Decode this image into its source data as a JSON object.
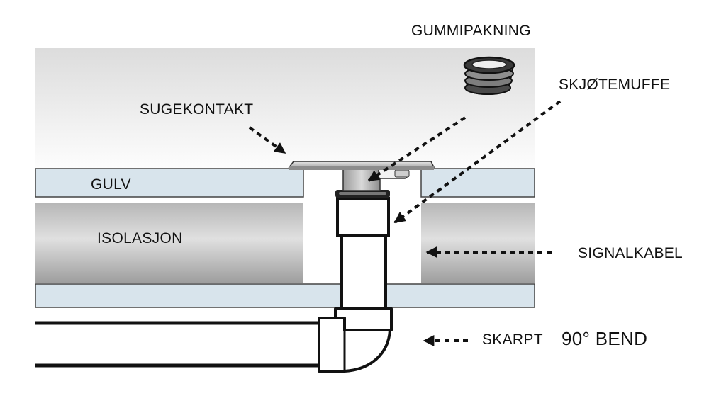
{
  "labels": {
    "gummipakning": "GUMMIPAKNING",
    "skjotemuffe": "SKJØTEMUFFE",
    "sugekontakt": "SUGEKONTAKT",
    "gulv": "GULV",
    "isolasjon": "ISOLASJON",
    "signalkabel": "SIGNALKABEL",
    "skarpt": "SKARPT",
    "bend": "90° BEND"
  }
}
